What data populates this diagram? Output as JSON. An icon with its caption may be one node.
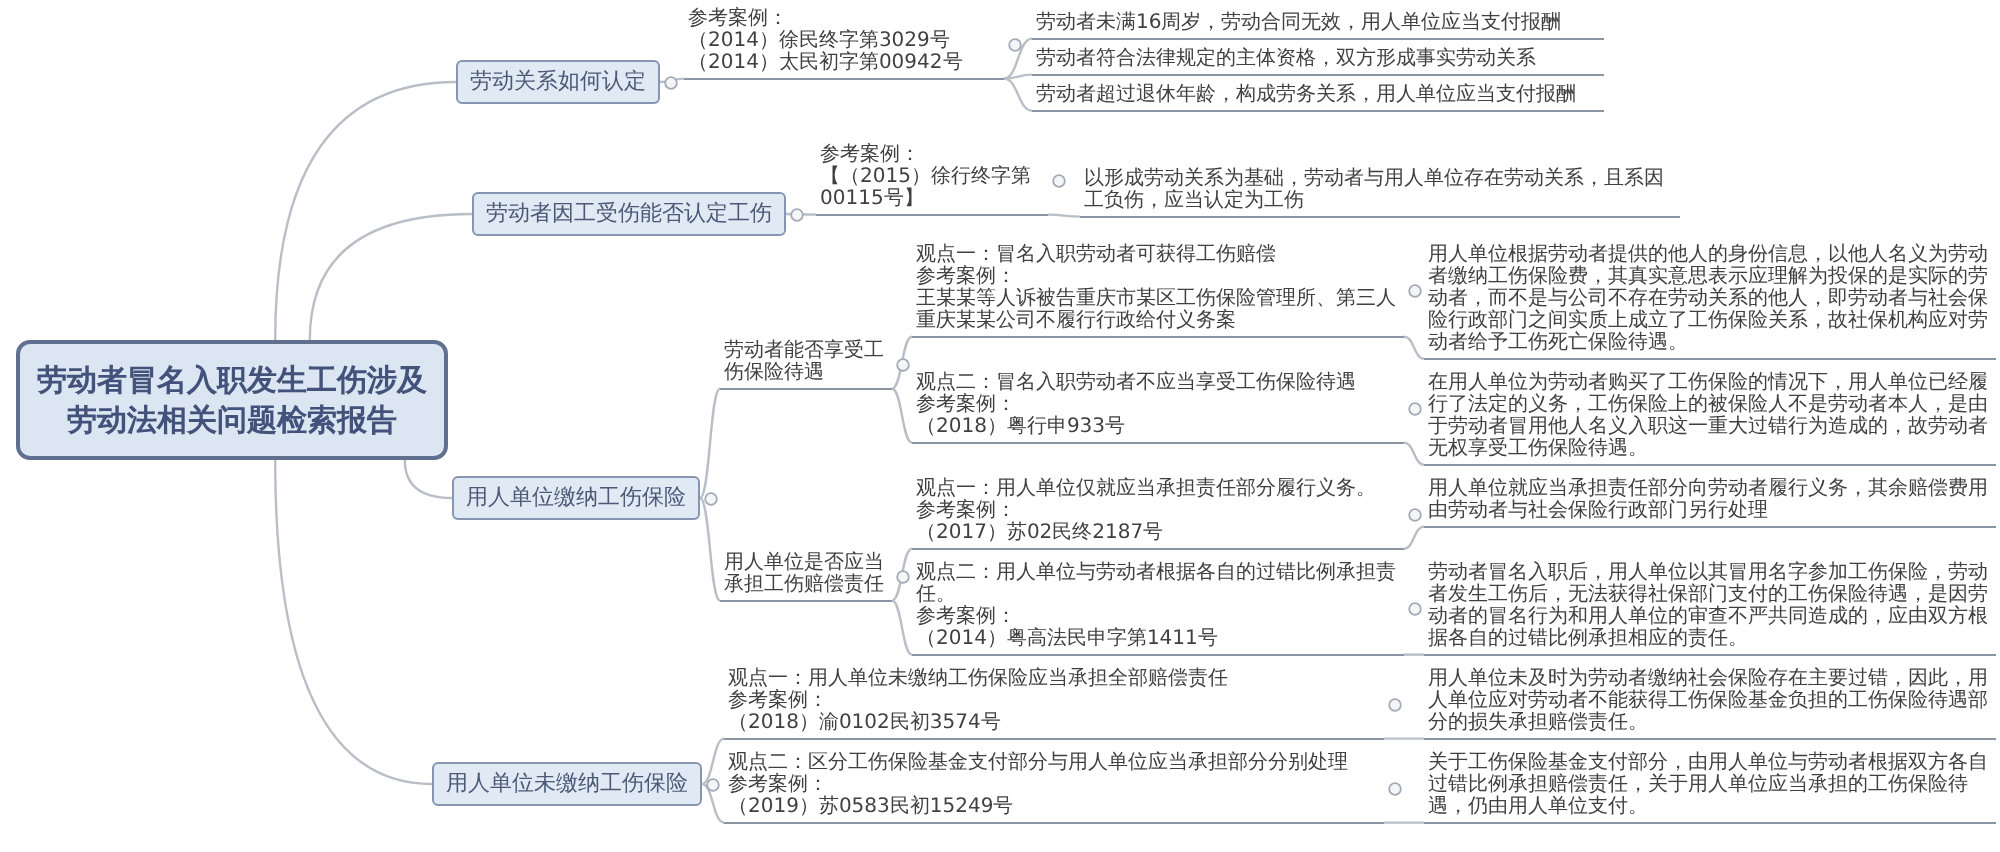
{
  "diagram": {
    "nodes": [
      {
        "text": [
          "劳动者冒名入职发生工伤涉及劳动法相关问题检索报告"
        ]
      },
      {
        "text": [
          "劳动关系如何认定"
        ]
      },
      {
        "text": [
          "参考案例：",
          "（2014）徐民终字第3029号",
          "（2014）太民初字第00942号"
        ]
      },
      {
        "text": [
          "劳动者未满16周岁，劳动合同无效，用人单位应当支付报酬"
        ]
      },
      {
        "text": [
          "劳动者符合法律规定的主体资格，双方形成事实劳动关系"
        ]
      },
      {
        "text": [
          "劳动者超过退休年龄，构成劳务关系，用人单位应当支付报酬"
        ]
      },
      {
        "text": [
          "劳动者因工受伤能否认定工伤"
        ]
      },
      {
        "text": [
          "参考案例：",
          "【（2015）徐行终字第00115号】"
        ]
      },
      {
        "text": [
          "以形成劳动关系为基础，劳动者与用人单位存在劳动关系，且系因工负伤，应当认定为工伤"
        ]
      },
      {
        "text": [
          "用人单位缴纳工伤保险"
        ]
      },
      {
        "text": [
          "劳动者能否享受工伤保险待遇"
        ]
      },
      {
        "text": [
          "观点一：冒名入职劳动者可获得工伤赔偿",
          "参考案例：",
          "王某某等人诉被告重庆市某区工伤保险管理所、第三人重庆某某公司不履行行政给付义务案"
        ]
      },
      {
        "text": [
          "用人单位根据劳动者提供的他人的身份信息，以他人名义为劳动者缴纳工伤保险费，其真实意思表示应理解为投保的是实际的劳动者，而不是与公司不存在劳动关系的他人，即劳动者与社会保险行政部门之间实质上成立了工伤保险关系，故社保机构应对劳动者给予工伤死亡保险待遇。"
        ]
      },
      {
        "text": [
          "观点二：冒名入职劳动者不应当享受工伤保险待遇",
          "参考案例：",
          "（2018）粤行申933号"
        ]
      },
      {
        "text": [
          "在用人单位为劳动者购买了工伤保险的情况下，用人单位已经履行了法定的义务，工伤保险上的被保险人不是劳动者本人，是由于劳动者冒用他人名义入职这一重大过错行为造成的，故劳动者无权享受工伤保险待遇。"
        ]
      },
      {
        "text": [
          "用人单位是否应当承担工伤赔偿责任"
        ]
      },
      {
        "text": [
          "观点一：用人单位仅就应当承担责任部分履行义务。",
          "参考案例：",
          "（2017）苏02民终2187号"
        ]
      },
      {
        "text": [
          "用人单位就应当承担责任部分向劳动者履行义务，其余赔偿费用由劳动者与社会保险行政部门另行处理"
        ]
      },
      {
        "text": [
          "观点二：用人单位与劳动者根据各自的过错比例承担责任。",
          "参考案例：",
          "（2014）粤高法民申字第1411号"
        ]
      },
      {
        "text": [
          "劳动者冒名入职后，用人单位以其冒用名字参加工伤保险，劳动者发生工伤后，无法获得社保部门支付的工伤保险待遇，是因劳动者的冒名行为和用人单位的审查不严共同造成的，应由双方根据各自的过错比例承担相应的责任。"
        ]
      },
      {
        "text": [
          "用人单位未缴纳工伤保险"
        ]
      },
      {
        "text": [
          "观点一：用人单位未缴纳工伤保险应当承担全部赔偿责任",
          "参考案例：",
          "（2018）渝0102民初3574号"
        ]
      },
      {
        "text": [
          "用人单位未及时为劳动者缴纳社会保险存在主要过错，因此，用人单位应对劳动者不能获得工伤保险基金负担的工伤保险待遇部分的损失承担赔偿责任。"
        ]
      },
      {
        "text": [
          "观点二：区分工伤保险基金支付部分与用人单位应当承担部分分别处理",
          "参考案例：",
          "（2019）苏0583民初15249号"
        ]
      },
      {
        "text": [
          "关于工伤保险基金支付部分，由用人单位与劳动者根据双方各自过错比例承担赔偿责任，关于用人单位应当承担的工伤保险待遇，仍由用人单位支付。"
        ]
      }
    ],
    "edges": [
      {
        "from": 0,
        "to": 1,
        "arrow": "none"
      },
      {
        "from": 1,
        "to": 2,
        "arrow": "none"
      },
      {
        "from": 2,
        "to": 3,
        "arrow": "none"
      },
      {
        "from": 2,
        "to": 4,
        "arrow": "none"
      },
      {
        "from": 2,
        "to": 5,
        "arrow": "none"
      },
      {
        "from": 0,
        "to": 6,
        "arrow": "none"
      },
      {
        "from": 6,
        "to": 7,
        "arrow": "none"
      },
      {
        "from": 7,
        "to": 8,
        "arrow": "none"
      },
      {
        "from": 0,
        "to": 9,
        "arrow": "none"
      },
      {
        "from": 9,
        "to": 10,
        "arrow": "none"
      },
      {
        "from": 10,
        "to": 11,
        "arrow": "none"
      },
      {
        "from": 11,
        "to": 12,
        "arrow": "none"
      },
      {
        "from": 10,
        "to": 13,
        "arrow": "none"
      },
      {
        "from": 13,
        "to": 14,
        "arrow": "none"
      },
      {
        "from": 9,
        "to": 15,
        "arrow": "none"
      },
      {
        "from": 15,
        "to": 16,
        "arrow": "none"
      },
      {
        "from": 16,
        "to": 17,
        "arrow": "none"
      },
      {
        "from": 15,
        "to": 18,
        "arrow": "none"
      },
      {
        "from": 18,
        "to": 19,
        "arrow": "none"
      },
      {
        "from": 0,
        "to": 20,
        "arrow": "none"
      },
      {
        "from": 20,
        "to": 21,
        "arrow": "none"
      },
      {
        "from": 21,
        "to": 22,
        "arrow": "none"
      },
      {
        "from": 20,
        "to": 23,
        "arrow": "none"
      },
      {
        "from": 23,
        "to": 24,
        "arrow": "none"
      }
    ]
  }
}
